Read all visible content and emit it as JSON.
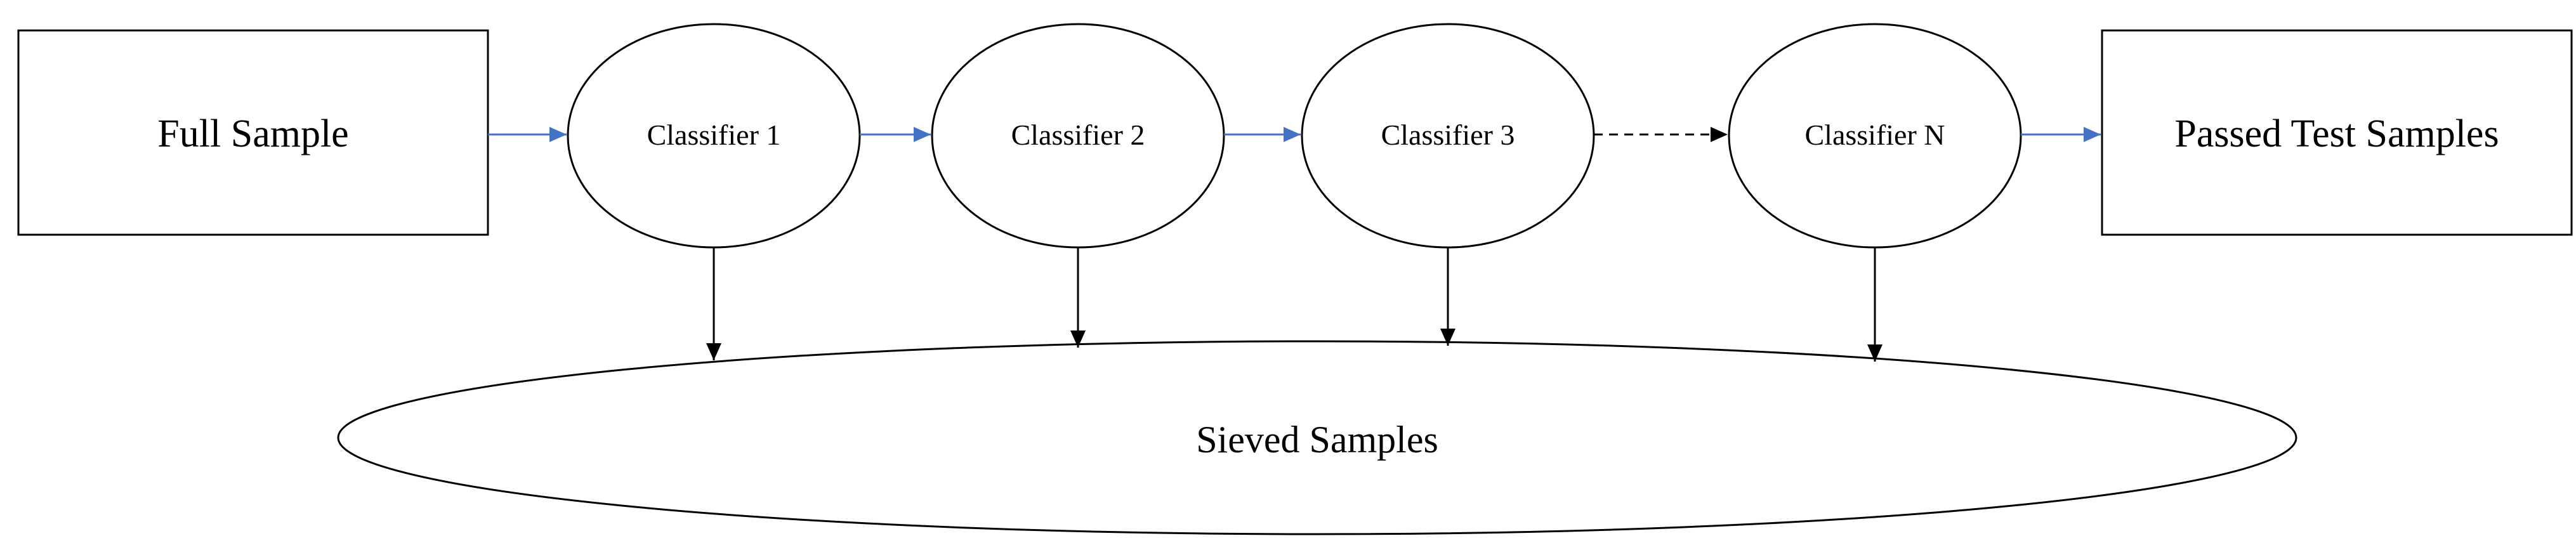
{
  "nodes": {
    "full_sample": "Full Sample",
    "classifier_1": "Classifier 1",
    "classifier_2": "Classifier 2",
    "classifier_3": "Classifier 3",
    "classifier_n": "Classifier N",
    "passed": "Passed Test Samples",
    "sieved": "Sieved Samples"
  },
  "colors": {
    "flow_arrow": "#4472c4",
    "sieve_arrow": "#000000",
    "outline": "#000000"
  }
}
